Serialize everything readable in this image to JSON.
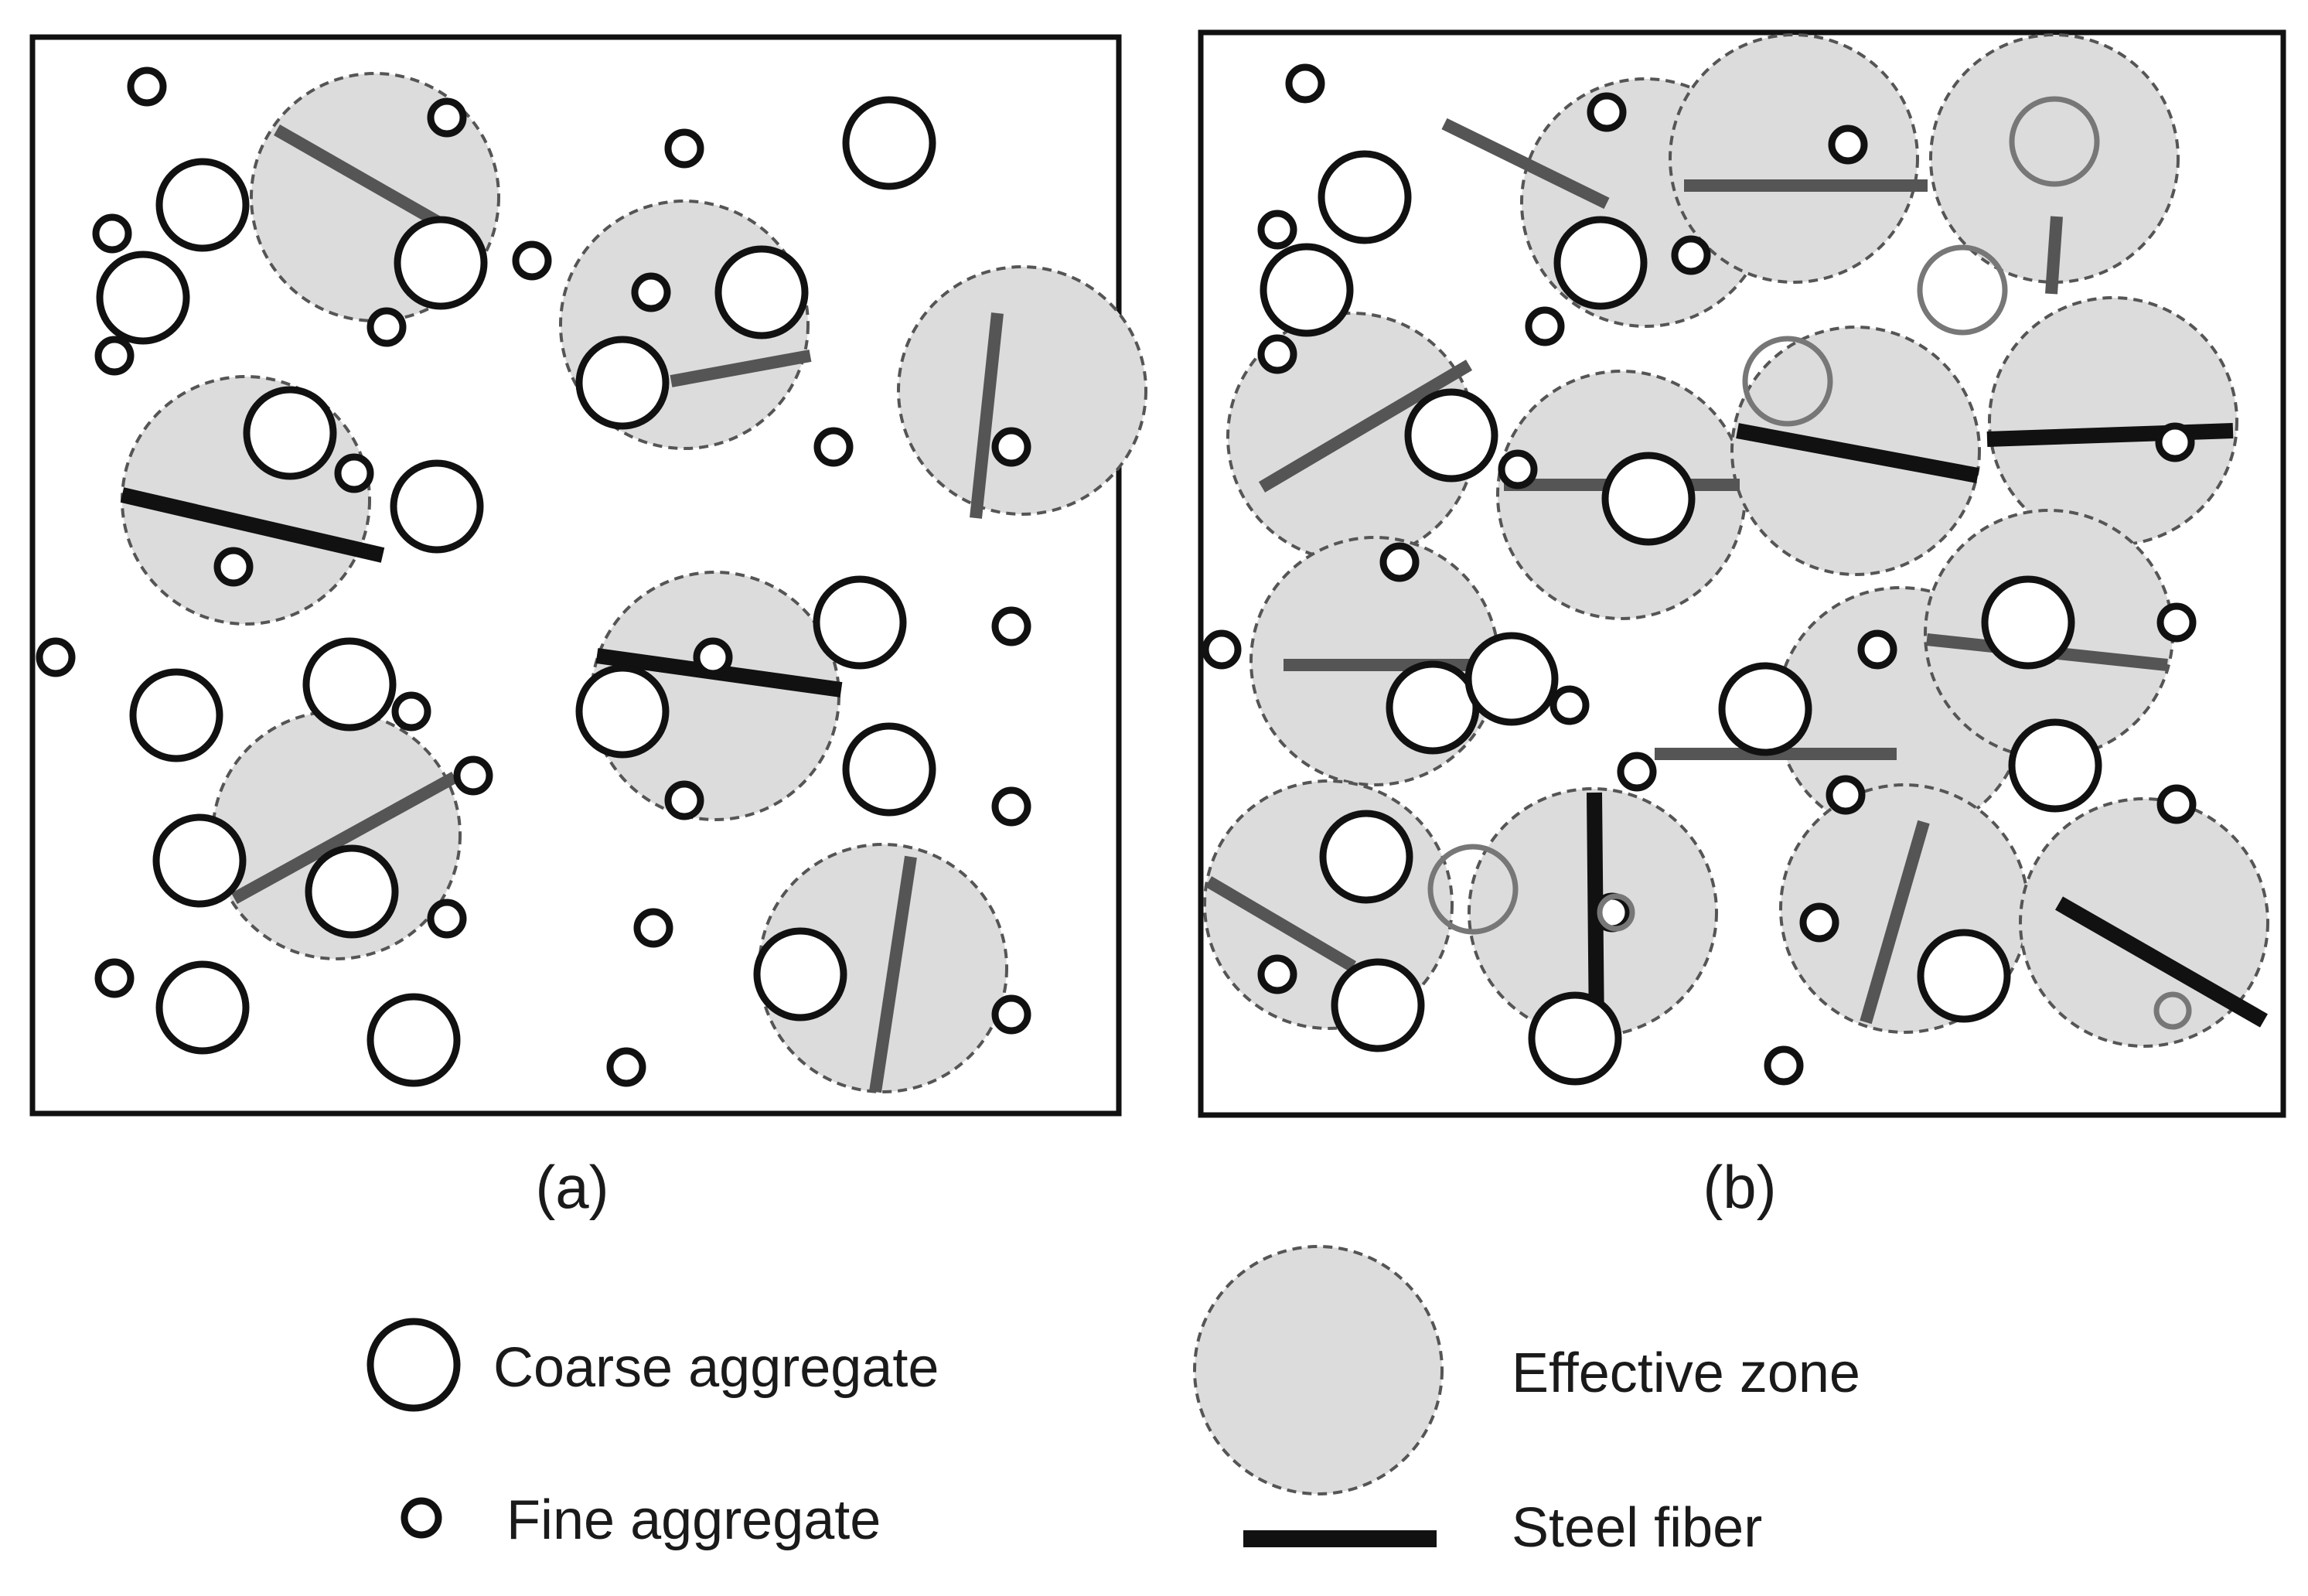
{
  "panels": [
    {
      "caption": "(a)"
    },
    {
      "caption": "(b)"
    }
  ],
  "legend": {
    "coarse": "Coarse aggregate",
    "fine": "Fine aggregate",
    "zone": "Effective zone",
    "fiber": "Steel fiber"
  },
  "colors": {
    "zone_fill": "#dcdcdc",
    "zone_stroke": "#555555",
    "fiber": "#555555",
    "fiber_dark": "#111111",
    "outline": "#111111"
  }
}
